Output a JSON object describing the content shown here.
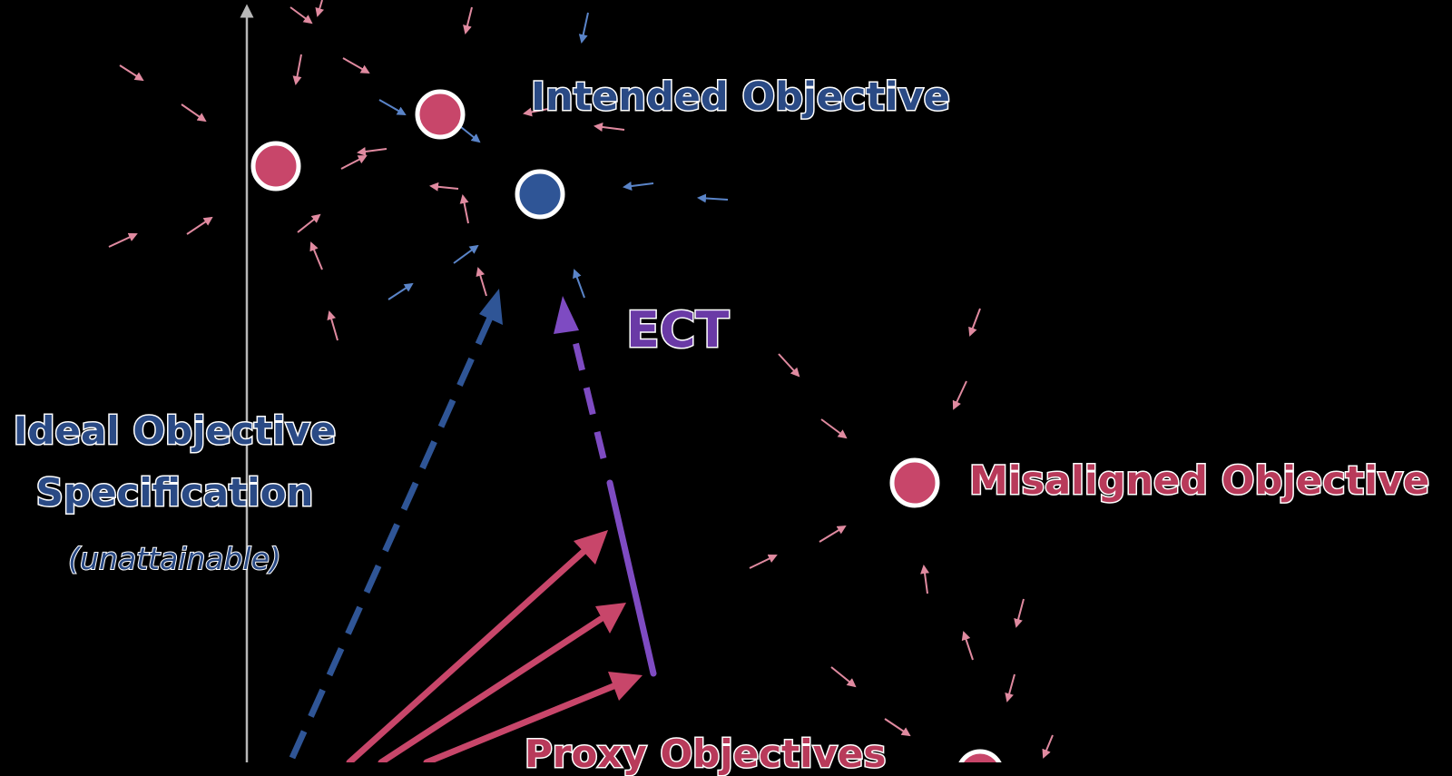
{
  "labels": {
    "intended": "Intended Objective",
    "ect": "ECT",
    "ideal_line1": "Ideal Objective",
    "ideal_line2": "Specification",
    "ideal_note": "(unattainable)",
    "misaligned": "Misaligned Objective",
    "proxy": "Proxy Objectives"
  },
  "colors": {
    "background": "#000000",
    "axis": "#b8b8b8",
    "intended_blue": "#2f5596",
    "proxy_red": "#c8466a",
    "ect_purple": "#7e4bc2",
    "field_red": "#e08aa0",
    "field_blue": "#5a84c8"
  }
}
